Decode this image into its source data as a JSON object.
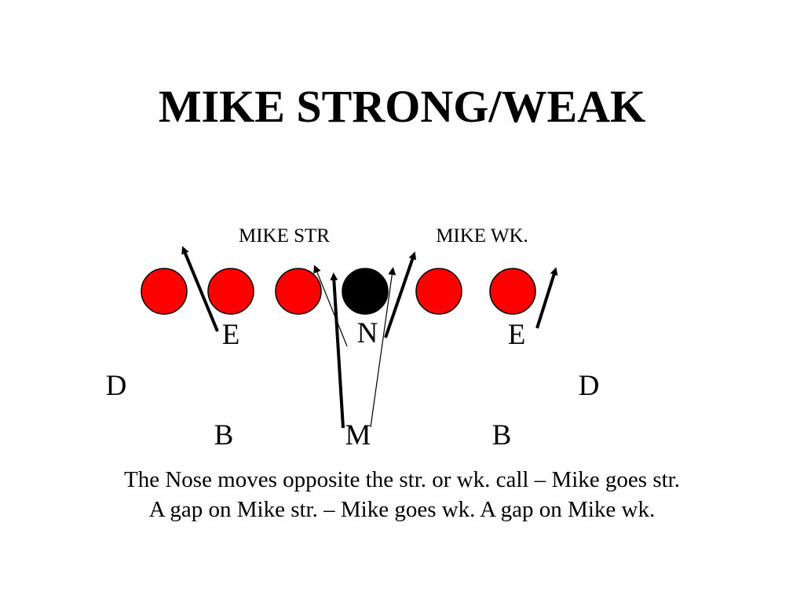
{
  "slide": {
    "title": "MIKE STRONG/WEAK",
    "caption": [
      "The Nose moves opposite the str. or wk. call – Mike goes str.",
      "A gap on Mike str. – Mike goes wk. A gap on Mike wk."
    ]
  },
  "diagram": {
    "call_labels": {
      "mike_strong": "MIKE STR",
      "mike_weak": "MIKE WK."
    },
    "offense": {
      "lineman_color": "#ff0000",
      "center_color": "#000000",
      "players": [
        "lineman",
        "lineman",
        "lineman",
        "center",
        "lineman",
        "lineman"
      ]
    },
    "defense": {
      "end_left": "E",
      "nose": "N",
      "end_right": "E",
      "tackle_left": "D",
      "tackle_right": "D",
      "backer_left": "B",
      "mike": "M",
      "backer_right": "B"
    }
  }
}
